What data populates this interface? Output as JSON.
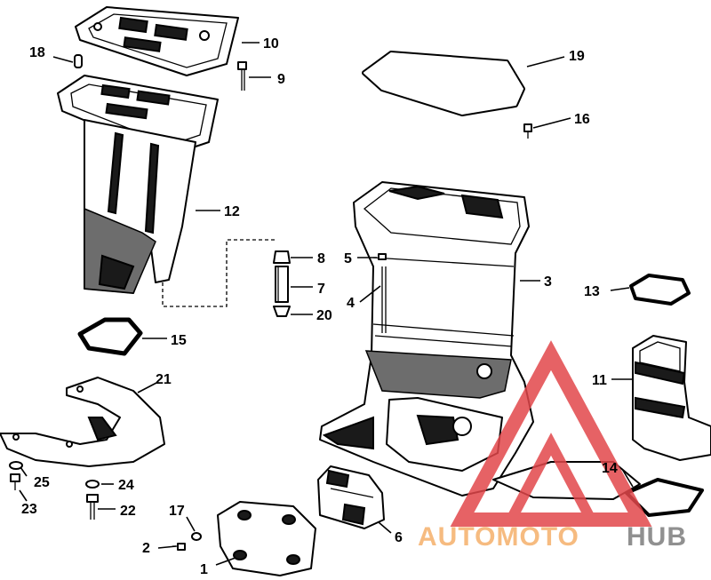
{
  "callouts": [
    {
      "id": "1",
      "text": "1"
    },
    {
      "id": "2",
      "text": "2"
    },
    {
      "id": "3",
      "text": "3"
    },
    {
      "id": "4",
      "text": "4"
    },
    {
      "id": "5",
      "text": "5"
    },
    {
      "id": "6",
      "text": "6"
    },
    {
      "id": "7",
      "text": "7"
    },
    {
      "id": "8",
      "text": "8"
    },
    {
      "id": "9",
      "text": "9"
    },
    {
      "id": "10",
      "text": "10"
    },
    {
      "id": "11",
      "text": "11"
    },
    {
      "id": "12",
      "text": "12"
    },
    {
      "id": "13",
      "text": "13"
    },
    {
      "id": "14",
      "text": "14"
    },
    {
      "id": "15",
      "text": "15"
    },
    {
      "id": "16",
      "text": "16"
    },
    {
      "id": "17",
      "text": "17"
    },
    {
      "id": "18",
      "text": "18"
    },
    {
      "id": "19",
      "text": "19"
    },
    {
      "id": "20",
      "text": "20"
    },
    {
      "id": "21",
      "text": "21"
    },
    {
      "id": "22",
      "text": "22"
    },
    {
      "id": "23",
      "text": "23"
    },
    {
      "id": "24",
      "text": "24"
    },
    {
      "id": "25",
      "text": "25"
    }
  ],
  "watermark": {
    "part1": "AUTOMOTO",
    "part2": "HUB",
    "triangle_color": "#e2474b",
    "text_color": "#f5b06a",
    "hub_color": "#7d7d7d"
  }
}
